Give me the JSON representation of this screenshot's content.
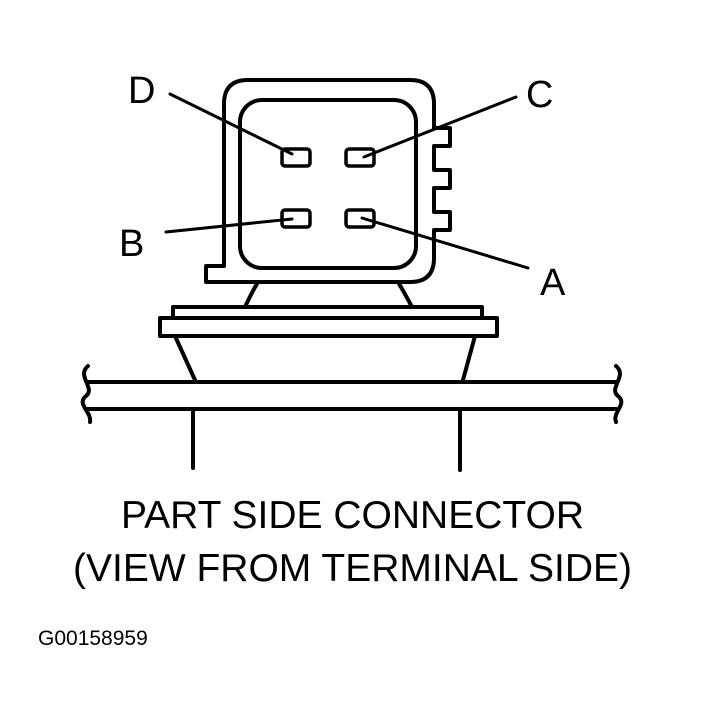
{
  "pin_labels": {
    "a": "A",
    "b": "B",
    "c": "C",
    "d": "D"
  },
  "caption": {
    "line1": "PART SIDE CONNECTOR",
    "line2": "(VIEW FROM TERMINAL SIDE)"
  },
  "figure_id": "G00158959",
  "colors": {
    "ink": "#000000",
    "paper": "#ffffff"
  }
}
